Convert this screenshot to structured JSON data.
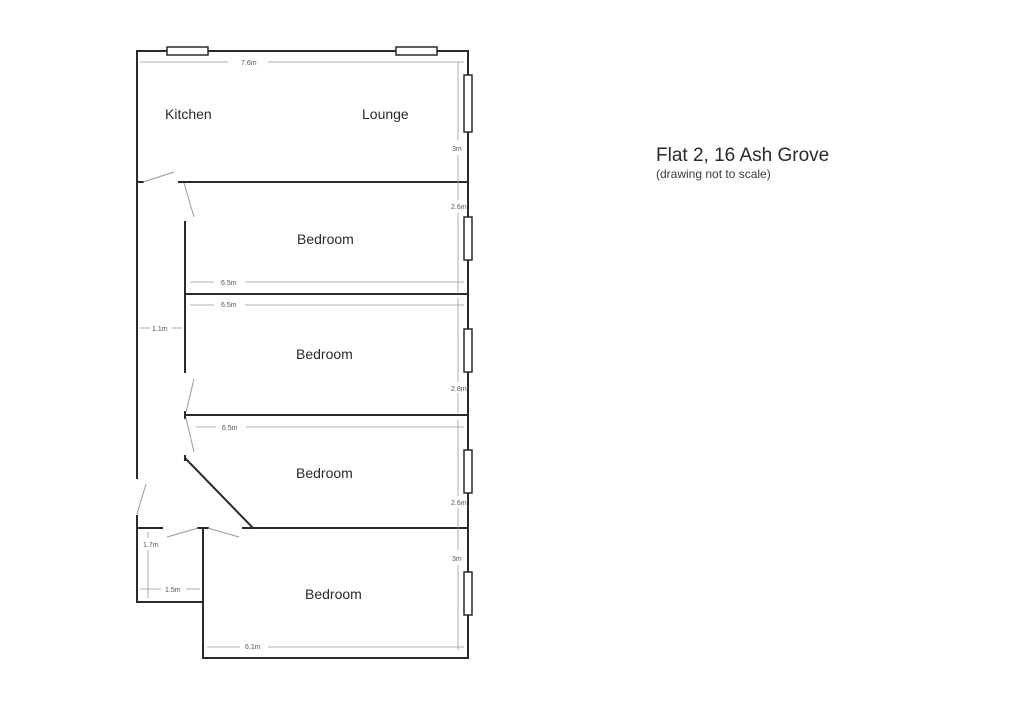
{
  "title": {
    "main": "Flat 2, 16 Ash Grove",
    "sub": "(drawing not to scale)"
  },
  "rooms": [
    {
      "name": "kitchen",
      "label": "Kitchen"
    },
    {
      "name": "lounge",
      "label": "Lounge"
    },
    {
      "name": "bedroom-1",
      "label": "Bedroom"
    },
    {
      "name": "bedroom-2",
      "label": "Bedroom"
    },
    {
      "name": "bedroom-3",
      "label": "Bedroom"
    },
    {
      "name": "bedroom-4",
      "label": "Bedroom"
    }
  ],
  "dimensions": {
    "kitchen_lounge_width": "7.6m",
    "kitchen_lounge_depth": "3m",
    "bedroom1_width": "6.5m",
    "bedroom1_depth": "2.6m",
    "bedroom2_width": "6.5m",
    "bedroom2_depth": "2.8m",
    "bedroom3_width": "6.5m",
    "bedroom3_depth": "2.6m",
    "bedroom4_width": "6.1m",
    "bedroom4_depth": "3m",
    "corridor_width": "1.1m",
    "closet_width": "1.5m",
    "closet_depth": "1.7m"
  },
  "colors": {
    "wall": "#2a2a2a",
    "door_swing": "#9a9a9a",
    "dimension_line": "#9a9a9a",
    "background": "#ffffff"
  }
}
